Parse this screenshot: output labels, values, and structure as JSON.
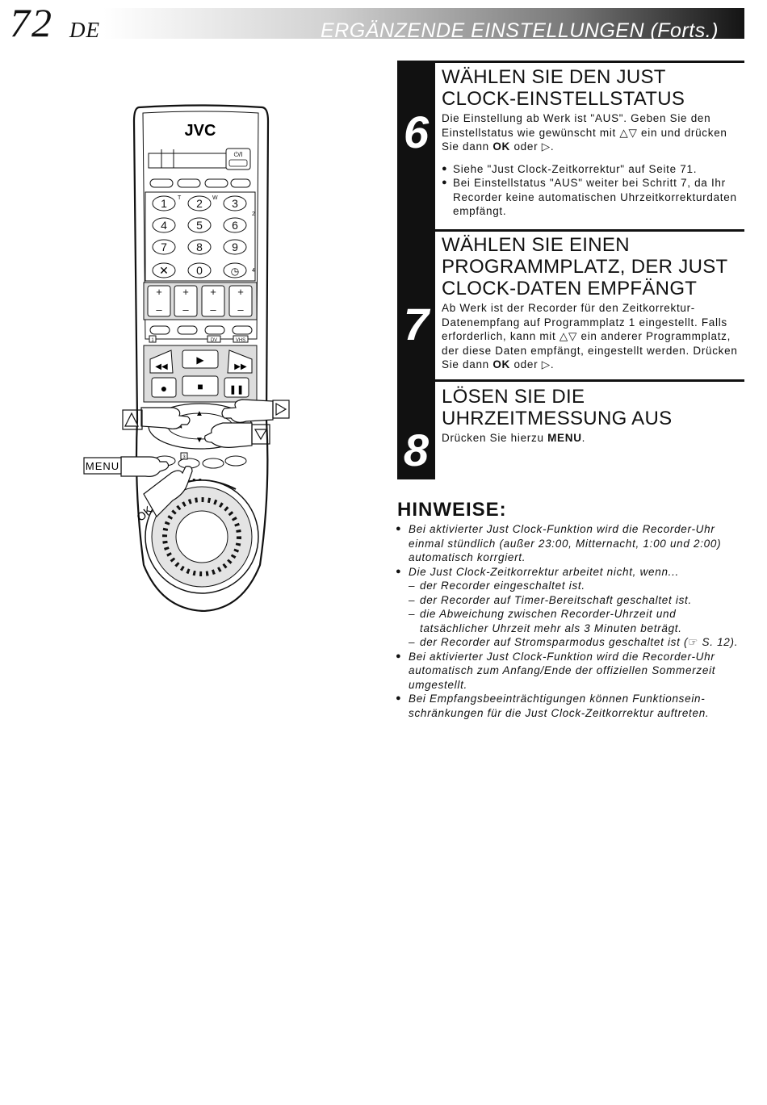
{
  "header": {
    "page_number": "72",
    "language": "DE",
    "title": "ERGÄNZENDE EINSTELLUNGEN (Forts.)"
  },
  "steps": [
    {
      "number": "6",
      "title": "WÄHLEN SIE DEN JUST CLOCK-EINSTELLSTATUS",
      "body_pre": "Die Einstellung ab Werk ist \"AUS\". Geben Sie den Einstellstatus wie gewünscht mit △▽ ein und drücken Sie dann ",
      "body_key": "OK",
      "body_post": " oder ▷.",
      "bullets": [
        "Siehe \"Just Clock-Zeitkorrektur\" auf Seite 71.",
        "Bei Einstellstatus \"AUS\" weiter bei Schritt 7, da Ihr Recorder keine automatischen Uhrzeitkorrekturdaten empfängt."
      ]
    },
    {
      "number": "7",
      "title": "WÄHLEN SIE EINEN PROGRAMMPLATZ, DER JUST CLOCK-DATEN EMPFÄNGT",
      "body_pre": "Ab Werk ist der Recorder für den Zeitkorrektur-Datenempfang auf Programmplatz 1 eingestellt. Falls erforderlich, kann mit △▽ ein anderer Programmplatz, der diese Daten empfängt, eingestellt werden. Drücken Sie dann ",
      "body_key": "OK",
      "body_post": " oder ▷."
    },
    {
      "number": "8",
      "title": "LÖSEN SIE DIE UHRZEITMESSUNG AUS",
      "body_pre": "Drücken Sie hierzu ",
      "body_key": "MENU",
      "body_post": "."
    }
  ],
  "notes": {
    "title": "HINWEISE:",
    "b1": "Bei aktivierter Just Clock-Funktion wird die Recorder-Uhr einmal stündlich (außer 23:00, Mitternacht, 1:00 und 2:00) automatisch korrgiert.",
    "b2": "Die Just Clock-Zeitkorrektur arbeitet nicht, wenn...",
    "d1": "der Recorder eingeschaltet ist.",
    "d2": "der Recorder auf Timer-Bereitschaft geschaltet ist.",
    "d3": "die Abweichung zwischen Recorder-Uhrzeit und",
    "d3b": "tatsächlicher Uhrzeit mehr als 3 Minuten beträgt.",
    "d4_pre": "der Recorder auf Stromsparmodus geschaltet ist (",
    "d4_ref": "☞",
    "d4_post": " S. 12).",
    "b3": "Bei aktivierter Just Clock-Funktion wird die Recorder-Uhr automatisch zum Anfang/Ende der offiziellen Sommerzeit umgestellt.",
    "b4": "Bei Empfangsbeeinträchtigungen können Funktionsein-schränkungen für die Just Clock-Zeitkorrektur auftreten."
  },
  "remote": {
    "brand": "JVC",
    "keys": [
      "1",
      "2",
      "3",
      "4",
      "5",
      "6",
      "7",
      "8",
      "9",
      "0"
    ],
    "small_labels": {
      "t": "T",
      "w": "W",
      "two": "2",
      "four": "4",
      "one": "1",
      "dv": "DV",
      "vhs": "VHS",
      "three": "3",
      "power": "⏻/I"
    },
    "callouts": {
      "menu": "MENU",
      "ok": "OK"
    }
  }
}
